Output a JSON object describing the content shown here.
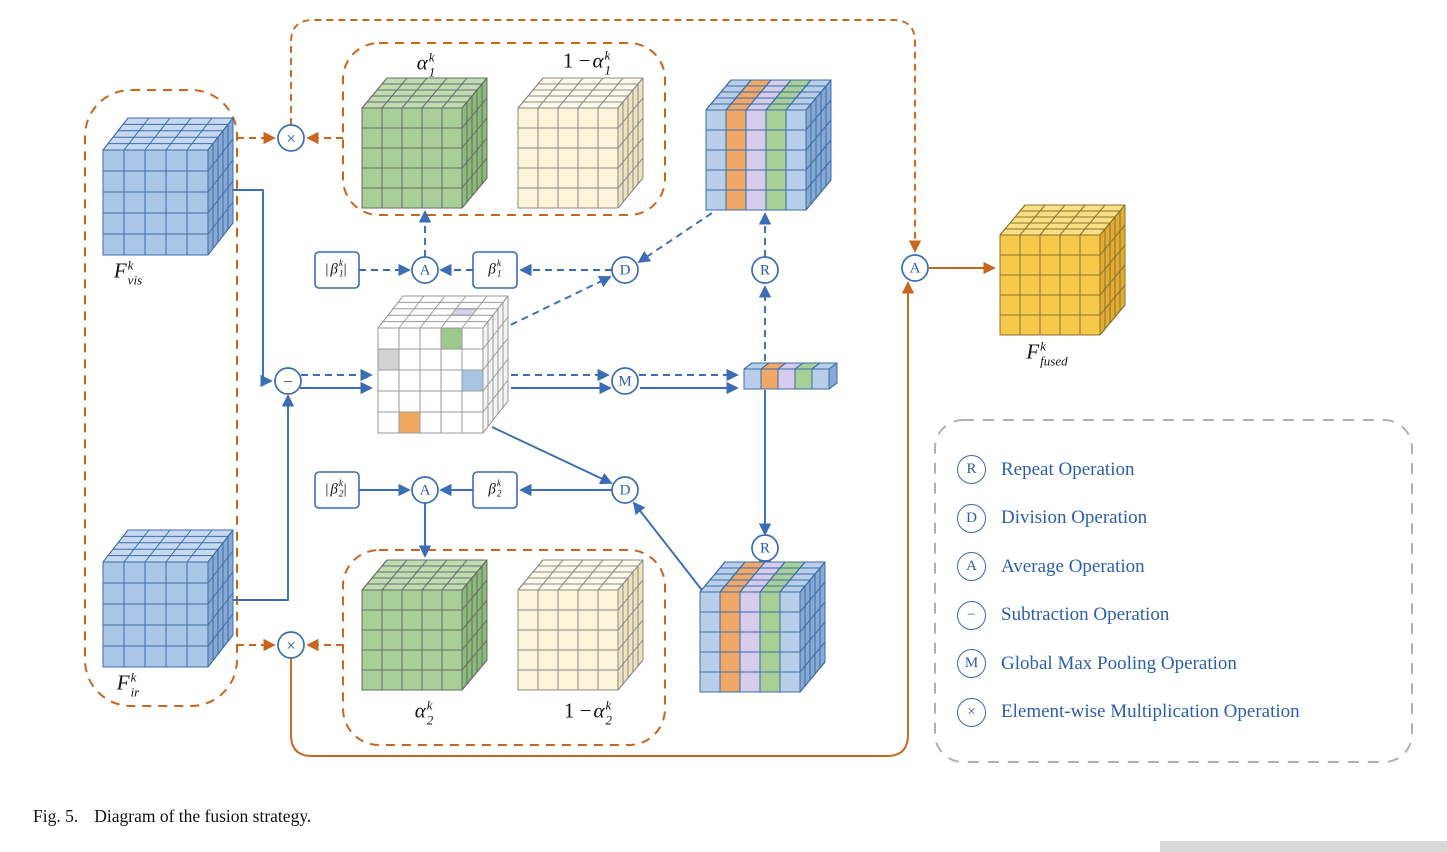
{
  "figure": {
    "caption_label": "Fig. 5.",
    "caption_text": "Diagram of the fusion strategy."
  },
  "labels": {
    "f_vis": {
      "base": "F",
      "sup": "k",
      "sub": "vis"
    },
    "f_ir": {
      "base": "F",
      "sup": "k",
      "sub": "ir"
    },
    "f_fused": {
      "base": "F",
      "sup": "k",
      "sub": "fused"
    },
    "alpha1": {
      "base": "α",
      "sup": "k",
      "sub": "1"
    },
    "alpha2": {
      "base": "α",
      "sup": "k",
      "sub": "2"
    },
    "one_minus_alpha1": {
      "prefix": "1 −",
      "base": "α",
      "sup": "k",
      "sub": "1"
    },
    "one_minus_alpha2": {
      "prefix": "1 −",
      "base": "α",
      "sup": "k",
      "sub": "2"
    },
    "beta1": {
      "base": "β",
      "sup": "k",
      "sub": "1"
    },
    "beta2": {
      "base": "β",
      "sup": "k",
      "sub": "2"
    },
    "abs_beta1": {
      "open": "|",
      "base": "β",
      "sup": "k",
      "sub": "1",
      "close": "|"
    },
    "abs_beta2": {
      "open": "|",
      "base": "β",
      "sup": "k",
      "sub": "2",
      "close": "|"
    }
  },
  "operators": {
    "repeat": "R",
    "division": "D",
    "average": "A",
    "subtract": "−",
    "maxpool": "M",
    "multiply": "×"
  },
  "legend": {
    "items": [
      {
        "symbol": "R",
        "label": "Repeat Operation"
      },
      {
        "symbol": "D",
        "label": "Division Operation"
      },
      {
        "symbol": "A",
        "label": "Average Operation"
      },
      {
        "symbol": "−",
        "label": "Subtraction Operation"
      },
      {
        "symbol": "M",
        "label": "Global Max Pooling Operation"
      },
      {
        "symbol": "×",
        "label": "Element-wise Multiplication Operation"
      }
    ]
  },
  "colors": {
    "blue_line": "#3a6db5",
    "orange_line": "#c8651f",
    "text_blue": "#2b5fae",
    "legend_border": "#b0b0b0",
    "cube_blue": {
      "front": "#aac6e6",
      "top": "#c6d9f0",
      "side": "#88a9d4",
      "stroke": "#3a6ca8"
    },
    "cube_green": {
      "front": "#a7cf97",
      "top": "#c0ddb1",
      "side": "#8abb77",
      "stroke": "#6a6a6a"
    },
    "cube_cream": {
      "front": "#fbf4d9",
      "top": "#fdf9e9",
      "side": "#eee3bd",
      "stroke": "#8a8a8a"
    },
    "cube_yellow": {
      "front": "#f6c94a",
      "top": "#fadf85",
      "side": "#e3ab2f",
      "stroke": "#8a7430"
    },
    "cube_white": {
      "front": "#ffffff",
      "top": "#ffffff",
      "side": "#f4f4f4",
      "stroke": "#9a9a9a"
    },
    "stripe_palette": [
      "#b9cfe9",
      "#f0a868",
      "#d6cdec",
      "#a8cf96",
      "#b9cfe9"
    ],
    "cell_colors": {
      "gray": "#d2d2d2",
      "orange": "#f0a860",
      "green": "#9dc88d",
      "blue": "#a8c4e5",
      "lavender": "#d8d2ee"
    }
  }
}
